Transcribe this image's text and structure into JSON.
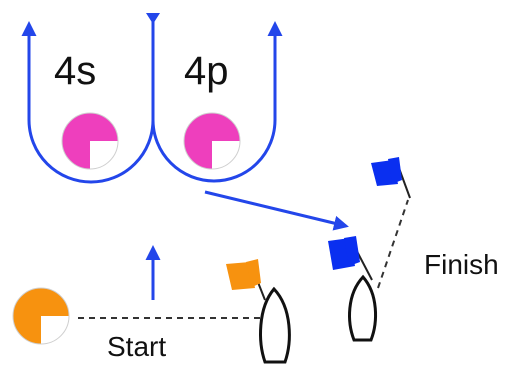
{
  "gates": [
    {
      "label": "4s",
      "mark_color": "#ee3fbd"
    },
    {
      "label": "4p",
      "mark_color": "#ee3fbd"
    }
  ],
  "start_label": "Start",
  "finish_label": "Finish",
  "colors": {
    "course": "#2346ea",
    "start_mark": "#f7920f",
    "start_flag": "#f7920f",
    "finish_flag": "#0a2ff0",
    "line": "#333333",
    "boat": "#111111"
  },
  "icons": [
    "start-mark-icon",
    "gate-mark-icon",
    "boat-icon",
    "flag-icon"
  ]
}
